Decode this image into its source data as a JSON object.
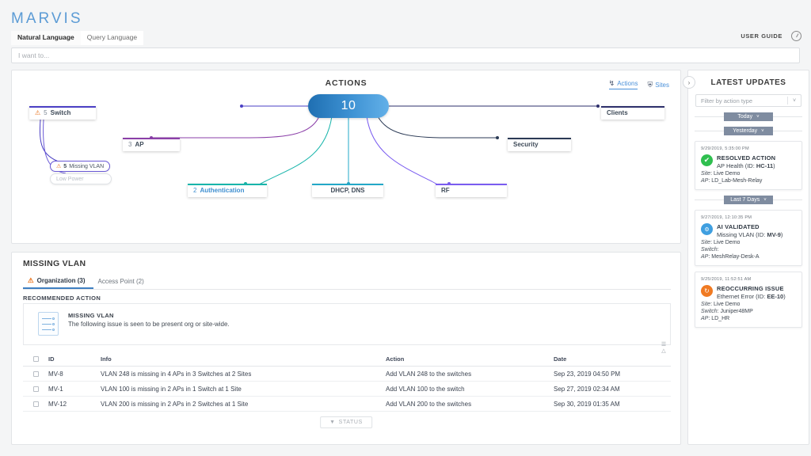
{
  "header": {
    "logo": "MARVIS",
    "tabs": [
      {
        "label": "Natural Language",
        "active": true
      },
      {
        "label": "Query Language",
        "active": false
      }
    ],
    "user_guide": "USER GUIDE",
    "help_icon": "help-circle-icon",
    "search_placeholder": "I want to...",
    "search_value": ""
  },
  "actions": {
    "title": "ACTIONS",
    "hub_count": "10",
    "view_toggle": [
      {
        "label": "Actions",
        "icon": "actions-icon",
        "active": true
      },
      {
        "label": "Sites",
        "icon": "sites-icon",
        "active": false
      }
    ],
    "collapse_icon": "chevron-right-icon",
    "nodes": [
      {
        "name": "Switch",
        "count": "5",
        "warn": true,
        "color": "#4a3fc4"
      },
      {
        "name": "AP",
        "count": "3",
        "warn": false,
        "color": "#8b3fa8"
      },
      {
        "name": "Authentication",
        "count": "2",
        "warn": false,
        "color": "#18b5ab",
        "link": true
      },
      {
        "name": "DHCP, DNS",
        "count": "",
        "warn": false,
        "color": "#23a8c8"
      },
      {
        "name": "RF",
        "count": "",
        "warn": false,
        "color": "#7a5cf0"
      },
      {
        "name": "Security",
        "count": "",
        "warn": false,
        "color": "#2b3a55"
      },
      {
        "name": "Clients",
        "count": "",
        "warn": false,
        "color": "#2d2f6b"
      }
    ],
    "pills": [
      {
        "label": "Missing VLAN",
        "count": "5",
        "warn": true,
        "selected": true
      },
      {
        "label": "Low Power",
        "count": "",
        "warn": false,
        "selected": false,
        "dim": true
      }
    ]
  },
  "vlan": {
    "title": "MISSING VLAN",
    "tabs": [
      {
        "label": "Organization (3)",
        "active": true,
        "warn": true
      },
      {
        "label": "Access Point (2)",
        "active": false,
        "warn": false
      }
    ],
    "recommended_label": "RECOMMENDED ACTION",
    "recommendation": {
      "icon": "switch-stack-icon",
      "title": "MISSING VLAN",
      "text": "The following issue is seen to be present org or site-wide."
    },
    "columns": [
      "ID",
      "Info",
      "Action",
      "Date"
    ],
    "rows": [
      {
        "id": "MV-8",
        "info": "VLAN 248 is missing in 4 APs in 3 Switches at 2 Sites",
        "action": "Add VLAN 248 to the switches",
        "date": "Sep 23, 2019 04:50 PM"
      },
      {
        "id": "MV-1",
        "info": "VLAN 100 is missing in 2 APs in 1 Switch at 1 Site",
        "action": "Add VLAN 100 to the switch",
        "date": "Sep 27, 2019 02:34 AM"
      },
      {
        "id": "MV-12",
        "info": "VLAN 200 is missing in 2 APs in 2 Switches at 1 Site",
        "action": "Add VLAN 200 to the switches",
        "date": "Sep 30, 2019 01:35 AM"
      }
    ],
    "status_button": "STATUS",
    "table_tools": [
      "column-settings-icon",
      "filter-icon"
    ]
  },
  "updates": {
    "title": "LATEST UPDATES",
    "filter_placeholder": "Filter by action type",
    "groups": [
      {
        "label": "Today"
      },
      {
        "label": "Yesterday"
      },
      {
        "label": "Last 7 Days"
      }
    ],
    "cards": [
      {
        "timestamp": "9/29/2019, 5:35:00 PM",
        "icon": "check-circle-icon",
        "icon_color": "#2fbf4f",
        "icon_glyph": "✔",
        "title": "RESOLVED ACTION",
        "subject_prefix": "AP Health (ID: ",
        "subject_id": "HC-11",
        "subject_suffix": ")",
        "site_label": "Site",
        "site": "Live Demo",
        "switch_label": "",
        "switch": "",
        "ap_label": "AP",
        "ap": "LD_Lab-Mesh-Relay"
      },
      {
        "timestamp": "9/27/2019, 12:10:35 PM",
        "icon": "ai-validated-icon",
        "icon_color": "#3f9fe0",
        "icon_glyph": "⚙",
        "title": "AI VALIDATED",
        "subject_prefix": "Missing VLAN (ID: ",
        "subject_id": "MV-9",
        "subject_suffix": ")",
        "site_label": "Site",
        "site": "Live Demo",
        "switch_label": "Switch",
        "switch": "",
        "ap_label": "AP",
        "ap": "MeshRelay-Desk-A"
      },
      {
        "timestamp": "9/25/2019, 11:52:51 AM",
        "icon": "reoccurring-issue-icon",
        "icon_color": "#f07a22",
        "icon_glyph": "↻",
        "title": "REOCCURRING ISSUE",
        "subject_prefix": "Ethernet Error (ID: ",
        "subject_id": "EE-10",
        "subject_suffix": ")",
        "site_label": "Site",
        "site": "Live Demo",
        "switch_label": "Switch",
        "switch": "Juniper48MP",
        "ap_label": "AP",
        "ap": "LD_HR"
      }
    ]
  }
}
